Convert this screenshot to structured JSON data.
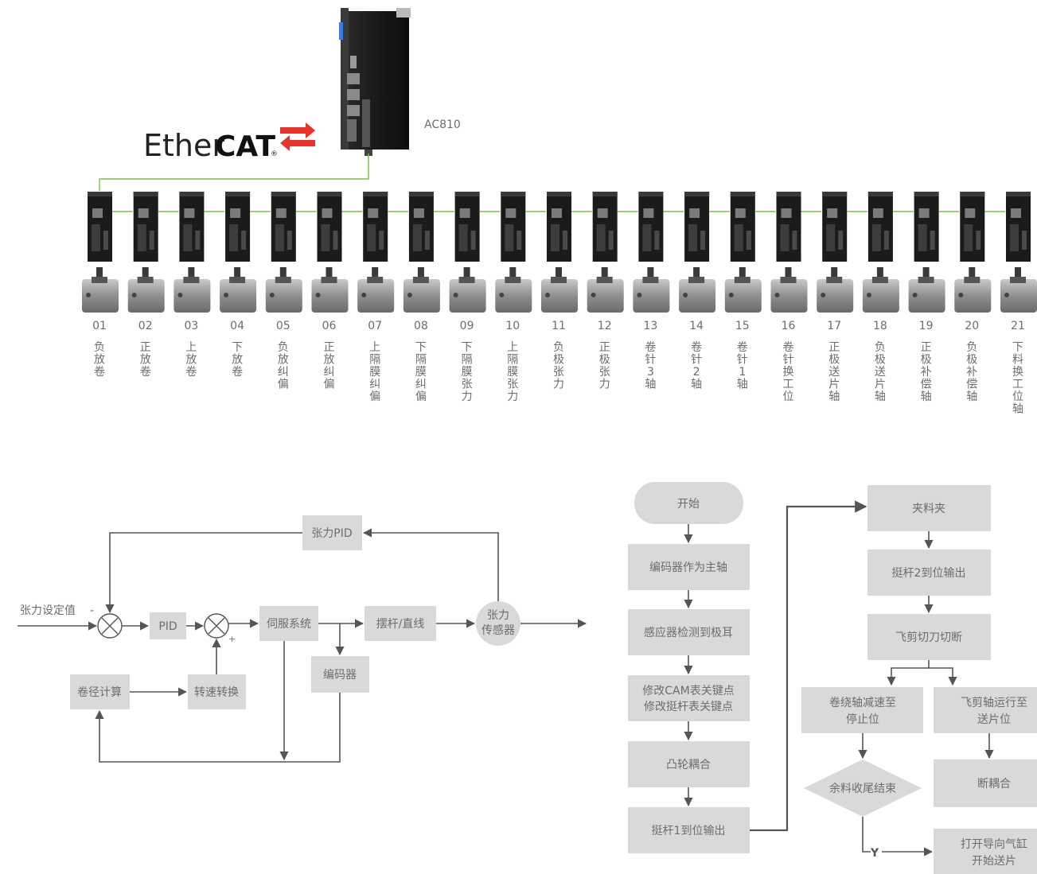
{
  "ethercat": {
    "part1": "Ether",
    "part2": "CAT",
    "reg": "®"
  },
  "controller": {
    "label": "AC810"
  },
  "axes": [
    {
      "num": "01",
      "name": "负放卷"
    },
    {
      "num": "02",
      "name": "正放卷"
    },
    {
      "num": "03",
      "name": "上放卷"
    },
    {
      "num": "04",
      "name": "下放卷"
    },
    {
      "num": "05",
      "name": "负放纠偏"
    },
    {
      "num": "06",
      "name": "正放纠偏"
    },
    {
      "num": "07",
      "name": "上隔膜纠偏"
    },
    {
      "num": "08",
      "name": "下隔膜纠偏"
    },
    {
      "num": "09",
      "name": "下隔膜张力"
    },
    {
      "num": "10",
      "name": "上隔膜张力"
    },
    {
      "num": "11",
      "name": "负极张力"
    },
    {
      "num": "12",
      "name": "正极张力"
    },
    {
      "num": "13",
      "name": "卷针3轴"
    },
    {
      "num": "14",
      "name": "卷针2轴"
    },
    {
      "num": "15",
      "name": "卷针1轴"
    },
    {
      "num": "16",
      "name": "卷针换工位"
    },
    {
      "num": "17",
      "name": "正极送片轴"
    },
    {
      "num": "18",
      "name": "负极送片轴"
    },
    {
      "num": "19",
      "name": "正极补偿轴"
    },
    {
      "num": "20",
      "name": "负极补偿轴"
    },
    {
      "num": "21",
      "name": "下料换工位轴"
    }
  ],
  "control_loop": {
    "setpoint": "张力设定值",
    "minus": "-",
    "plus": "+",
    "tension_pid": "张力PID",
    "pid": "PID",
    "servo": "伺服系统",
    "arm": "摆杆/直线",
    "sensor_line1": "张力",
    "sensor_line2": "传感器",
    "encoder": "编码器",
    "diameter": "卷径计算",
    "speed_conv": "转速转换"
  },
  "flowchart": {
    "start": "开始",
    "s1": "编码器作为主轴",
    "s2": "感应器检测到极耳",
    "s3_line1": "修改CAM表关键点",
    "s3_line2": "修改挺杆表关键点",
    "s4": "凸轮耦合",
    "s5": "挺杆1到位输出",
    "r1": "夹料夹",
    "r2": "挺杆2到位输出",
    "r3": "飞剪切刀切断",
    "r4a_line1": "卷绕轴减速至",
    "r4a_line2": "停止位",
    "r4b_line1": "飞剪轴运行至",
    "r4b_line2": "送片位",
    "decision": "余料收尾结束",
    "r5b": "断耦合",
    "yes": "Y",
    "r6_line1": "打开导向气缸",
    "r6_line2": "开始送片"
  },
  "colors": {
    "box_fill": "#d9d9d9",
    "line": "#555555",
    "ethercat_green": "#7cc242",
    "ethercat_red": "#e8322b",
    "text": "#6d6d6d"
  }
}
